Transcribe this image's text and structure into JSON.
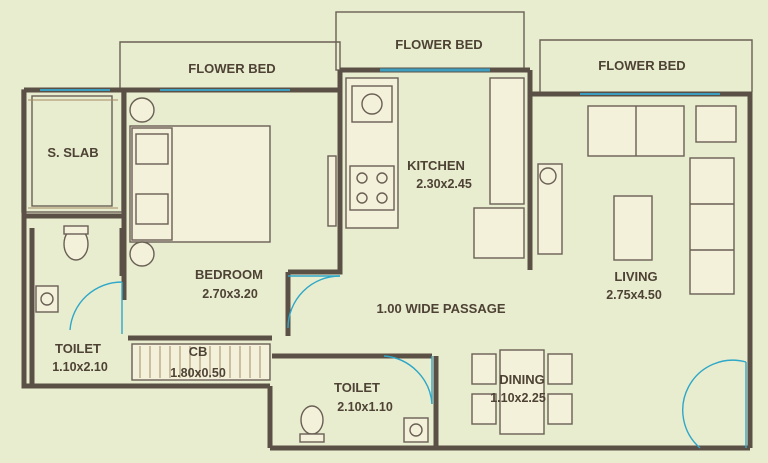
{
  "plan": {
    "flower_bed_left": "FLOWER BED",
    "flower_bed_center": "FLOWER BED",
    "flower_bed_right": "FLOWER BED",
    "s_slab": "S. SLAB",
    "kitchen": {
      "name": "KITCHEN",
      "size": "2.30x2.45"
    },
    "bedroom": {
      "name": "BEDROOM",
      "size": "2.70x3.20"
    },
    "passage": "1.00 WIDE PASSAGE",
    "living": {
      "name": "LIVING",
      "size": "2.75x4.50"
    },
    "toilet_left": {
      "name": "TOILET",
      "size": "1.10x2.10"
    },
    "cb": {
      "name": "CB",
      "size": "1.80x0.50"
    },
    "toilet_center": {
      "name": "TOILET",
      "size": "2.10x1.10"
    },
    "dining": {
      "name": "DINING",
      "size": "1.10x2.25"
    }
  },
  "colors": {
    "background": "#e9edcf",
    "wall": "#5b5046",
    "door_swing": "#2ea7c8",
    "text": "#4d4234"
  }
}
